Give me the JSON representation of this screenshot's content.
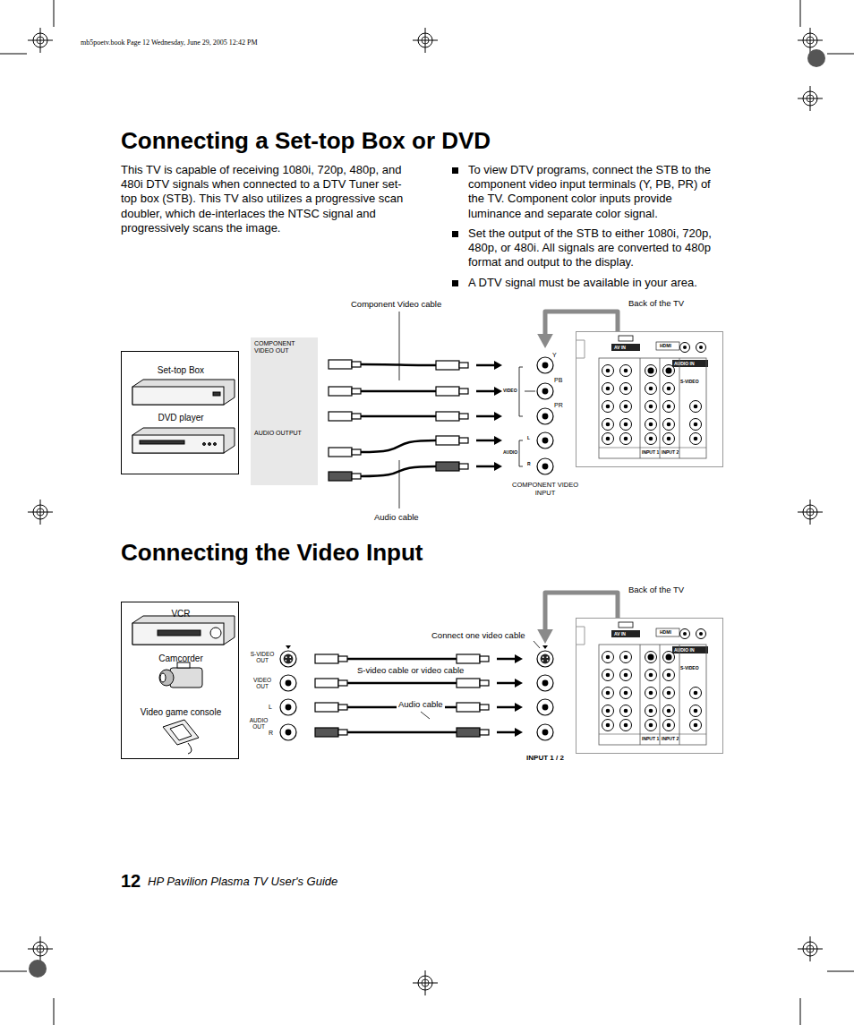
{
  "diagram": {
    "title": "Connecting a Set-top Box or DVD",
    "nodes": [
      {
        "text": [
          "Set-top Box",
          "DVD player"
        ]
      },
      {
        "text": [
          "COMPONENT VIDEO OUT",
          "AUDIO OUTPUT"
        ]
      },
      {
        "text": [
          "COMPONENT VIDEO INPUT"
        ]
      },
      {
        "text": [
          "Back of the TV"
        ]
      },
      {
        "text": [
          "VCR",
          "Camcorder",
          "Video game console"
        ]
      },
      {
        "text": [
          "S-VIDEO OUT",
          "VIDEO OUT",
          "AUDIO OUT"
        ]
      },
      {
        "text": [
          "INPUT 1 / 2"
        ]
      },
      {
        "text": [
          "Back of the TV"
        ]
      }
    ],
    "edges": [
      {
        "from": 1,
        "to": 2,
        "arrow": "to"
      },
      {
        "from": 1,
        "to": 2,
        "arrow": "to"
      },
      {
        "from": 3,
        "to": 2,
        "arrow": "to"
      },
      {
        "from": 5,
        "to": 6,
        "arrow": "to"
      },
      {
        "from": 5,
        "to": 6,
        "arrow": "to"
      },
      {
        "from": 7,
        "to": 6,
        "arrow": "to"
      }
    ],
    "labels": [
      "mb5poetv.book Page 12 Wednesday, June 29, 2005 12:42 PM",
      "Connecting the Video Input",
      "This TV is capable of receiving 1080i, 720p, 480p, and 480i DTV signals when connected to a DTV Tuner set-top box (STB). This TV also utilizes a progressive scan doubler, which de-interlaces the NTSC signal and progressively scans the image.",
      "To view DTV programs, connect the STB to the component video input terminals (Y, PB, PR) of the TV. Component color inputs provide luminance and separate color signal.",
      "Set the output of the STB to either 1080i, 720p, 480p, or 480i. All signals are converted to 480p format and output to the display.",
      "A DTV signal must be available in your area.",
      "Component Video cable",
      "Audio cable",
      "Y",
      "PB",
      "PR",
      "L",
      "R",
      "Y",
      "PB",
      "PR",
      "VIDEO",
      "AUDIO",
      "L",
      "R",
      "AV IN",
      "HDMI",
      "AUDIO IN",
      "INPUT 1",
      "INPUT 2",
      "S-VIDEO",
      "L",
      "R",
      "Connect one video cable",
      "S-video cable or video cable",
      "Audio cable",
      "AV IN",
      "HDMI",
      "AUDIO IN",
      "INPUT 1",
      "INPUT 2",
      "S-VIDEO",
      "12",
      "HP Pavilion Plasma TV User's Guide"
    ]
  }
}
